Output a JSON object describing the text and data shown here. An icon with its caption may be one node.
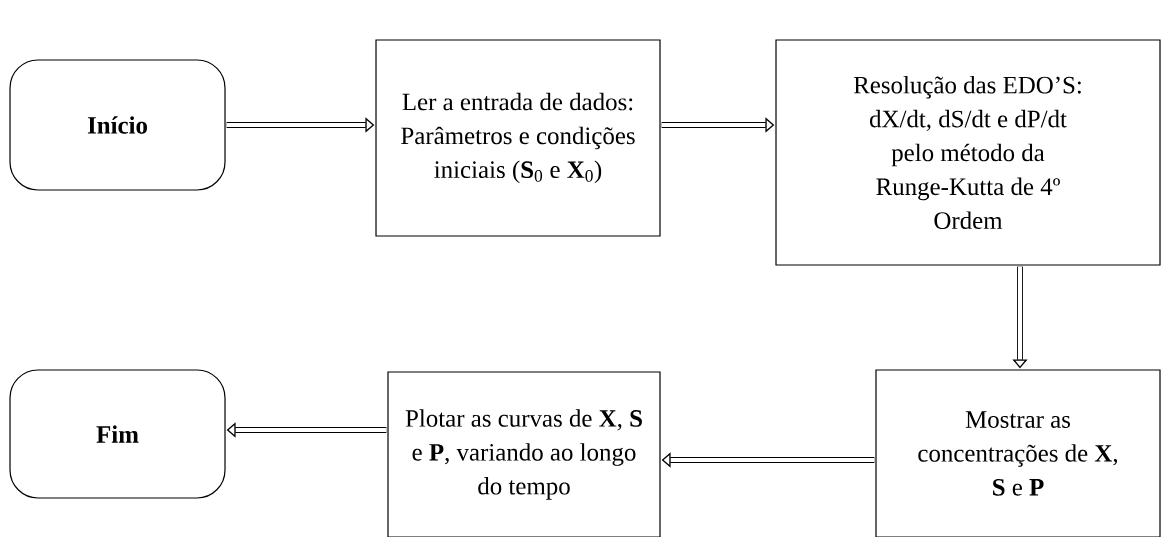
{
  "diagram": {
    "nodes": [
      {
        "text": [
          "Início"
        ]
      },
      {
        "text": [
          "Ler a entrada de dados: Parâmetros e condições iniciais (**S**$_{0}$ e **X**$_{0}$)"
        ]
      },
      {
        "text": [
          "Resolução das EDO’S: dX/dt, dS/dt e dP/dt pelo método da Runge-Kutta de 4º Ordem"
        ]
      },
      {
        "text": [
          "Mostrar as concentrações de **X**, **S** e **P**"
        ]
      },
      {
        "text": [
          "Plotar as curvas de **X**, **S** e **P**, variando ao longo do tempo"
        ]
      },
      {
        "text": [
          "Fim"
        ]
      }
    ],
    "edges": [
      {
        "from": 0,
        "to": 1,
        "arrow": "to"
      },
      {
        "from": 1,
        "to": 2,
        "arrow": "to"
      },
      {
        "from": 2,
        "to": 3,
        "arrow": "to"
      },
      {
        "from": 3,
        "to": 4,
        "arrow": "to"
      },
      {
        "from": 4,
        "to": 5,
        "arrow": "to"
      }
    ]
  }
}
